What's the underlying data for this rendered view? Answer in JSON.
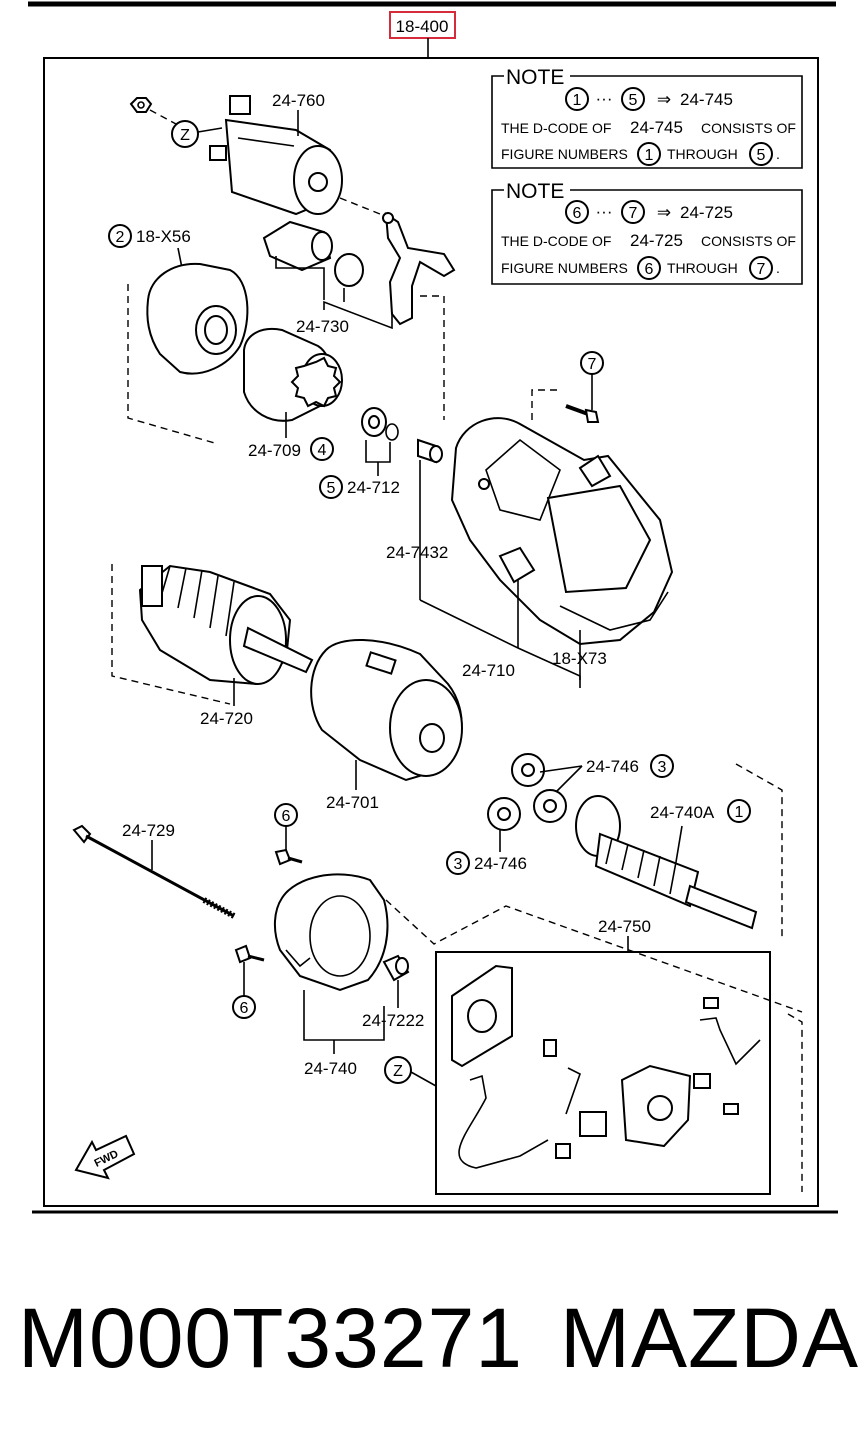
{
  "header": {
    "ref_code": "18-400"
  },
  "notes": [
    {
      "title": "NOTE",
      "range_from": "1",
      "range_to": "5",
      "arrow_code": "24-745",
      "line1_a": "THE D-CODE OF",
      "line1_code": "24-745",
      "line1_b": "CONSISTS OF",
      "line2_a": "FIGURE NUMBERS",
      "line2_from": "1",
      "line2_mid": "THROUGH",
      "line2_to": "5",
      "line2_end": "."
    },
    {
      "title": "NOTE",
      "range_from": "6",
      "range_to": "7",
      "arrow_code": "24-725",
      "line1_a": "THE D-CODE OF",
      "line1_code": "24-725",
      "line1_b": "CONSISTS OF",
      "line2_a": "FIGURE NUMBERS",
      "line2_from": "6",
      "line2_mid": "THROUGH",
      "line2_to": "7",
      "line2_end": "."
    }
  ],
  "symbols": {
    "dots": "···",
    "arrow": "⇒",
    "z": "Z",
    "fwd": "FWD"
  },
  "labels": {
    "p24_760": "24-760",
    "p18_x56": "18-X56",
    "p18_x56_num": "2",
    "p24_730": "24-730",
    "p24_709": "24-709",
    "p24_709_num": "4",
    "p24_712": "24-712",
    "p24_712_num": "5",
    "p24_7432": "24-7432",
    "p24_710": "24-710",
    "p18_x73": "18-X73",
    "p24_720": "24-720",
    "p24_701": "24-701",
    "p24_746_a": "24-746",
    "p24_746_a_num": "3",
    "p24_746_b": "24-746",
    "p24_746_b_num": "3",
    "p24_740a": "24-740A",
    "p24_740a_num": "1",
    "p24_729": "24-729",
    "bolt6_top_num": "6",
    "bolt6_bot_num": "6",
    "bolt7_num": "7",
    "p24_750": "24-750",
    "p24_7222": "24-7222",
    "p24_740": "24-740"
  },
  "footer": {
    "part_number": "M000T33271",
    "brand": "MAZDA"
  },
  "colors": {
    "ref_box_border": "#d62b3a",
    "line": "#000000",
    "background": "#ffffff"
  }
}
